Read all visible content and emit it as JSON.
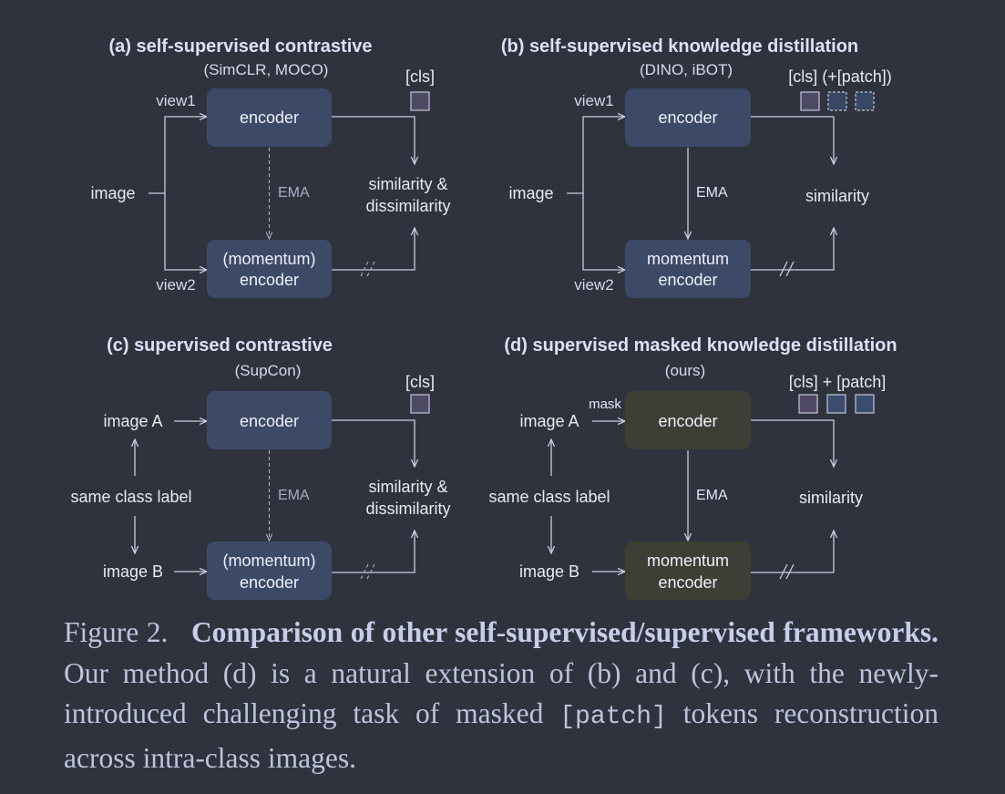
{
  "panels": {
    "a": {
      "title": "(a) self-supervised contrastive",
      "subtitle": "(SimCLR, MOCO)",
      "input": "image",
      "view1": "view1",
      "view2": "view2",
      "encoder": "encoder",
      "momentum_line1": "(momentum)",
      "momentum_line2": "encoder",
      "ema": "EMA",
      "tokens": "[cls]",
      "objective_line1": "similarity &",
      "objective_line2": "dissimilarity"
    },
    "b": {
      "title": "(b) self-supervised knowledge distillation",
      "subtitle": "(DINO, iBOT)",
      "input": "image",
      "view1": "view1",
      "view2": "view2",
      "encoder": "encoder",
      "momentum_line1": "momentum",
      "momentum_line2": "encoder",
      "ema": "EMA",
      "tokens": "[cls] (+[patch])",
      "objective": "similarity"
    },
    "c": {
      "title": "(c) supervised contrastive",
      "subtitle": "(SupCon)",
      "image_a": "image A",
      "image_b": "image B",
      "class_label": "same class label",
      "encoder": "encoder",
      "momentum_line1": "(momentum)",
      "momentum_line2": "encoder",
      "ema": "EMA",
      "tokens": "[cls]",
      "objective_line1": "similarity &",
      "objective_line2": "dissimilarity"
    },
    "d": {
      "title": "(d) supervised masked knowledge distillation",
      "subtitle": "(ours)",
      "image_a": "image A",
      "image_b": "image B",
      "class_label": "same class label",
      "mask": "mask",
      "encoder": "encoder",
      "momentum_line1": "momentum",
      "momentum_line2": "encoder",
      "ema": "EMA",
      "tokens": "[cls] + [patch]",
      "objective": "similarity"
    }
  },
  "colors": {
    "background": "#2f333d",
    "encoder_box": "#3d4a67",
    "ours_encoder_box": "#3d3f35",
    "cls_token": "#4f4a63",
    "patch_token": "#3b4c6e"
  },
  "caption": {
    "figure_label": "Figure 2.",
    "bold_title": "Comparison of other self-supervised/supervised frameworks.",
    "text_before_code": "Our method (d) is a natural extension of (b) and (c), with the newly-introduced challenging task of masked",
    "code": "[patch]",
    "text_after_code": "tokens reconstruction across intra-class images."
  }
}
